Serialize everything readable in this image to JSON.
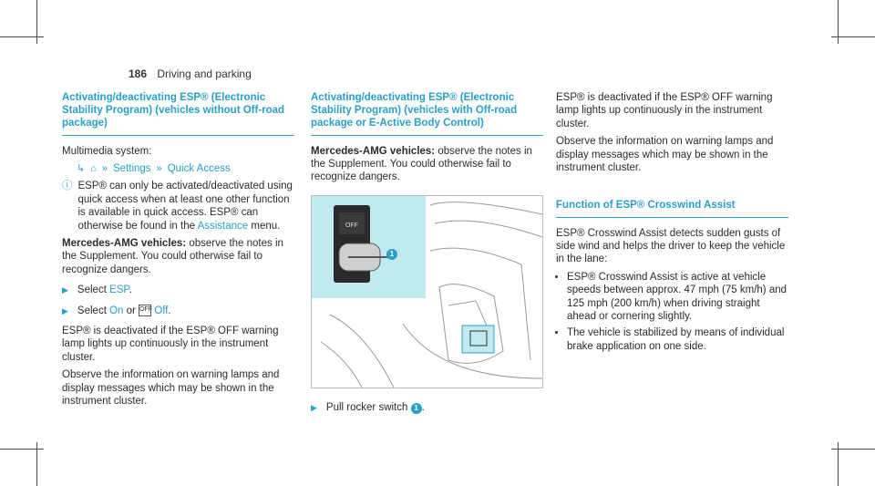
{
  "header": {
    "page_number": "186",
    "section": "Driving and parking"
  },
  "col1": {
    "heading": "Activating/deactivating ESP® (Electronic Stability Program) (vehicles without Off-road package)",
    "system_label": "Multimedia system:",
    "path": [
      "Settings",
      "Quick Access"
    ],
    "info_text": "ESP® can only be activated/deactivated using quick access when at least one other function is available in quick access. ESP® can otherwise be found in the",
    "info_link": "Assistance",
    "info_tail": "menu.",
    "amg_label": "Mercedes-AMG vehicles:",
    "amg_text": "observe the notes in the Supplement. You could otherwise fail to recognize dangers.",
    "step1_prefix": "Select",
    "step1_link": "ESP",
    "step2_prefix": "Select",
    "step2_on": "On",
    "step2_or": "or",
    "step2_off": "Off",
    "deact_text": "ESP® is deactivated if the ESP® OFF warning lamp lights up continuously in the instrument cluster.",
    "observe_text": "Observe the information on warning lamps and display messages which may be shown in the instrument cluster."
  },
  "col2": {
    "heading": "Activating/deactivating ESP® (Electronic Stability Program) (vehicles with Off-road package or E-Active Body Control)",
    "amg_label": "Mercedes-AMG vehicles:",
    "amg_text": "observe the notes in the Supplement. You could otherwise fail to recognize dangers.",
    "callout_number": "1",
    "step_text": "Pull rocker switch",
    "step_number": "1"
  },
  "col3": {
    "deact_text": "ESP® is deactivated if the ESP® OFF warning lamp lights up continuously in the instrument cluster.",
    "observe_text": "Observe the information on warning lamps and display messages which may be shown in the instrument cluster.",
    "heading": "Function of ESP® Crosswind Assist",
    "intro": "ESP® Crosswind Assist detects sudden gusts of side wind and helps the driver to keep the vehicle in the lane:",
    "bullets": [
      "ESP® Crosswind Assist is active at vehicle speeds between approx. 47 mph (75 km/h) and 125 mph (200 km/h) when driving straight ahead or cornering slightly.",
      "The vehicle is stabilized by means of individual brake application on one side."
    ]
  },
  "icons": {
    "esp_off": "OFF"
  }
}
